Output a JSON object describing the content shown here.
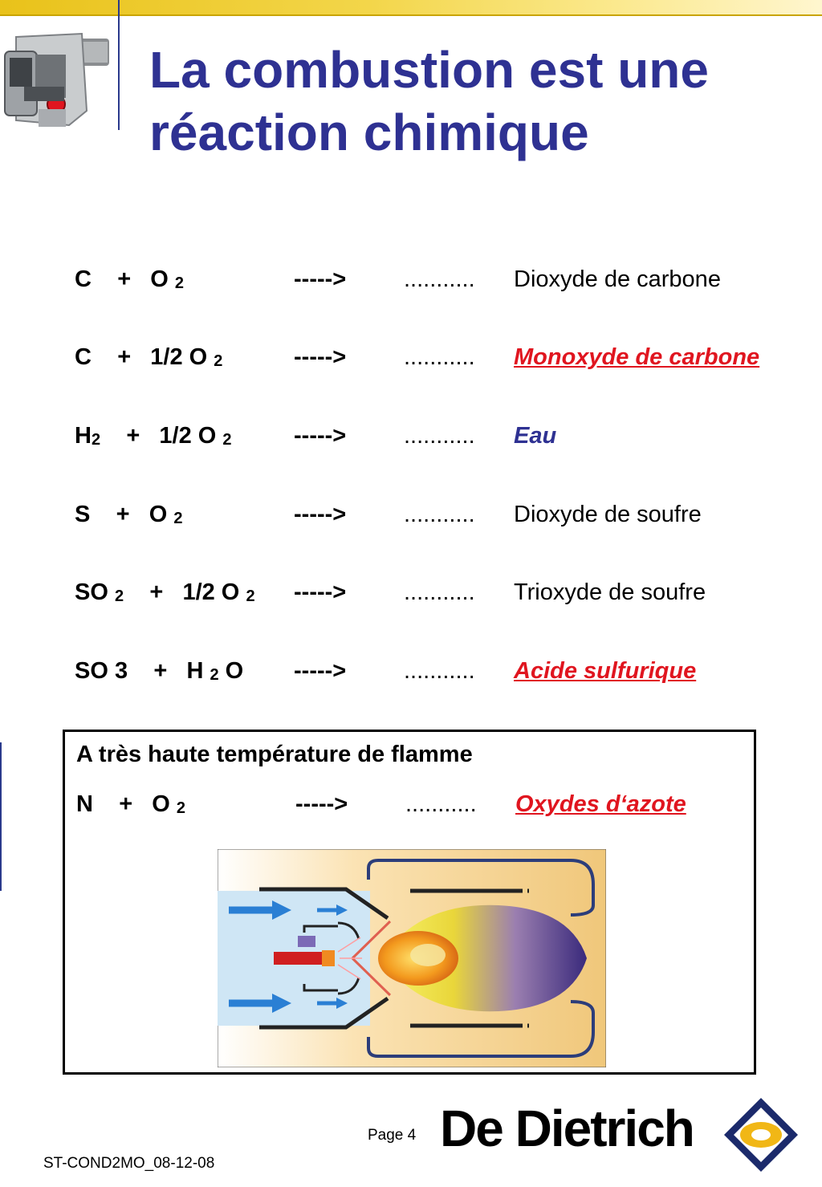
{
  "slide": {
    "title_line1": "La combustion est une",
    "title_line2": "réaction chimique"
  },
  "equations": [
    {
      "formula": [
        "C",
        "+",
        "O",
        "2"
      ],
      "arrow": "----->",
      "dots": "...........",
      "result": "Dioxyde de carbone",
      "style": "plain"
    },
    {
      "formula": [
        "C",
        "+",
        "1/2 O",
        "2"
      ],
      "arrow": "----->",
      "dots": "...........",
      "result": "Monoxyde de carbone",
      "style": "red"
    },
    {
      "formula": [
        "H",
        "2",
        "+",
        "1/2 O",
        "2"
      ],
      "arrow": "----->",
      "dots": "...........",
      "result": "Eau",
      "style": "blue"
    },
    {
      "formula": [
        "S",
        "+",
        "O",
        "2"
      ],
      "arrow": "----->",
      "dots": "...........",
      "result": "Dioxyde de soufre",
      "style": "plain"
    },
    {
      "formula": [
        "SO",
        "2",
        "+",
        "1/2 O",
        "2"
      ],
      "arrow": "----->",
      "dots": "...........",
      "result": "Trioxyde de soufre",
      "style": "plain"
    },
    {
      "formula": [
        "SO 3",
        "+",
        "H",
        "2",
        "O"
      ],
      "arrow": "----->",
      "dots": "...........",
      "result": "Acide sulfurique",
      "style": "red"
    }
  ],
  "box": {
    "title": "A très haute température de flamme",
    "equation": {
      "formula": [
        "N",
        "+",
        "O",
        "2"
      ],
      "arrow": "----->",
      "dots": "...........",
      "result": "Oxydes d‘azote",
      "style": "red"
    }
  },
  "footer": {
    "page": "Page 4",
    "code": "ST-COND2MO_08-12-08",
    "brand": "De Dietrich"
  },
  "colors": {
    "title": "#2e3192",
    "red_result": "#e0151f",
    "blue_result": "#2e3192",
    "top_band": "#e9c21a"
  },
  "icons": {
    "burner": "burner-photo",
    "flame_diagram": "burner-flame-diagram",
    "logo": "de-dietrich-diamond-logo"
  }
}
